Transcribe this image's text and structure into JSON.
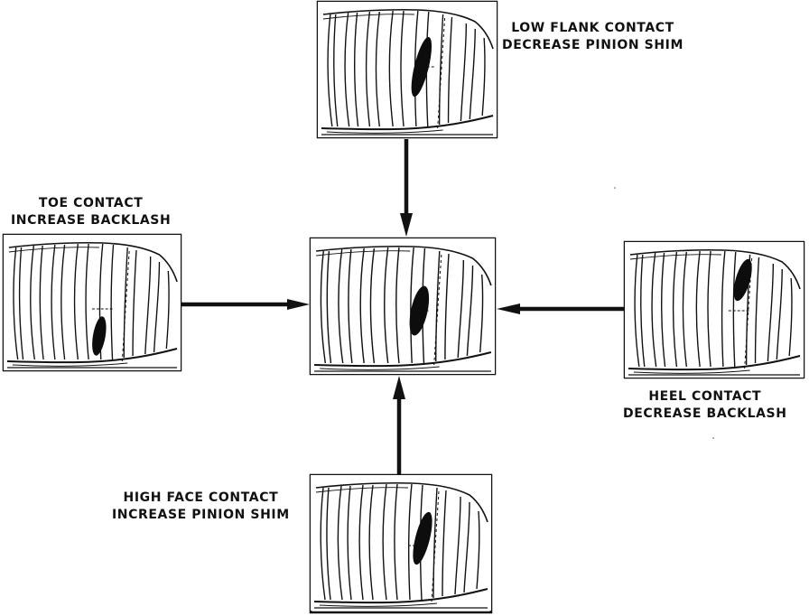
{
  "diagram": {
    "colors": {
      "ink": "#111111",
      "contact": "#0d0d0d",
      "paper": "#ffffff"
    },
    "panels": [
      {
        "id": "low-flank",
        "lines": [
          "LOW FLANK CONTACT",
          "DECREASE PINION SHIM"
        ]
      },
      {
        "id": "toe",
        "lines": [
          "TOE CONTACT",
          "INCREASE BACKLASH"
        ]
      },
      {
        "id": "heel",
        "lines": [
          "HEEL CONTACT",
          "DECREASE BACKLASH"
        ]
      },
      {
        "id": "high-face",
        "lines": [
          "HIGH FACE CONTACT",
          "INCREASE PINION SHIM"
        ]
      },
      {
        "id": "center",
        "lines": []
      }
    ]
  }
}
